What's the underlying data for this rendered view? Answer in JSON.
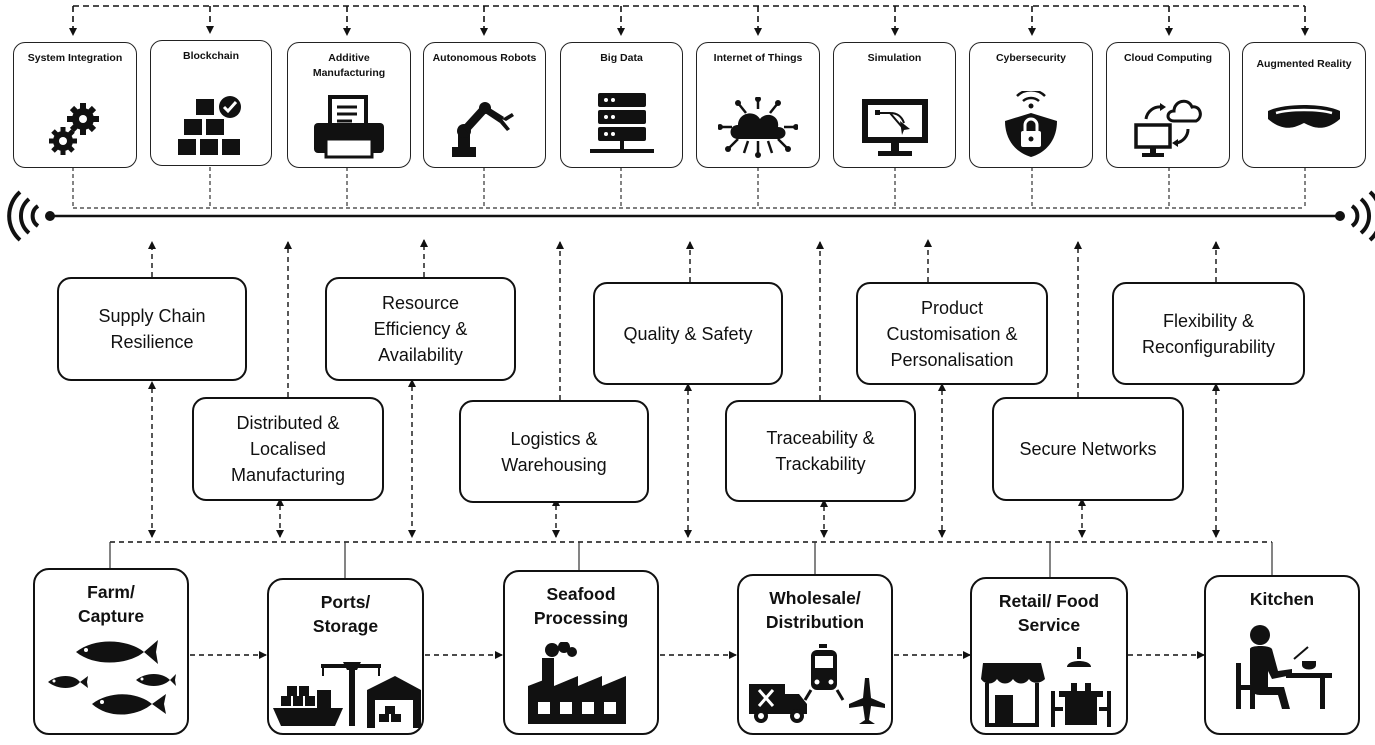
{
  "technologies": [
    {
      "label": "System Integration",
      "icon": "gears-icon"
    },
    {
      "label": "Blockchain",
      "icon": "blockchain-icon"
    },
    {
      "label": "Additive Manufacturing",
      "icon": "printer-icon"
    },
    {
      "label": "Autonomous Robots",
      "icon": "robot-arm-icon"
    },
    {
      "label": "Big Data",
      "icon": "server-icon"
    },
    {
      "label": "Internet of Things",
      "icon": "iot-cloud-icon"
    },
    {
      "label": "Simulation",
      "icon": "simulation-monitor-icon"
    },
    {
      "label": "Cybersecurity",
      "icon": "shield-lock-icon"
    },
    {
      "label": "Cloud Computing",
      "icon": "cloud-sync-icon"
    },
    {
      "label": "Augmented Reality",
      "icon": "ar-headset-icon"
    }
  ],
  "benefits": [
    {
      "label": "Supply Chain Resilience"
    },
    {
      "label": "Distributed & Localised Manufacturing"
    },
    {
      "label": "Resource Efficiency & Availability"
    },
    {
      "label": "Logistics & Warehousing"
    },
    {
      "label": "Quality & Safety"
    },
    {
      "label": "Traceability & Trackability"
    },
    {
      "label": "Product Customisation & Personalisation"
    },
    {
      "label": "Secure Networks"
    },
    {
      "label": "Flexibility & Reconfigurability"
    }
  ],
  "stages": [
    {
      "label": "Farm/ Capture",
      "icon": "fish-icon"
    },
    {
      "label": "Ports/ Storage",
      "icon": "port-ship-icon"
    },
    {
      "label": "Seafood Processing",
      "icon": "factory-icon"
    },
    {
      "label": "Wholesale/ Distribution",
      "icon": "transport-icon"
    },
    {
      "label": "Retail/ Food Service",
      "icon": "shop-dining-icon"
    },
    {
      "label": "Kitchen",
      "icon": "person-eating-icon"
    }
  ],
  "network": {
    "icon": "wireless-signal-icon"
  }
}
